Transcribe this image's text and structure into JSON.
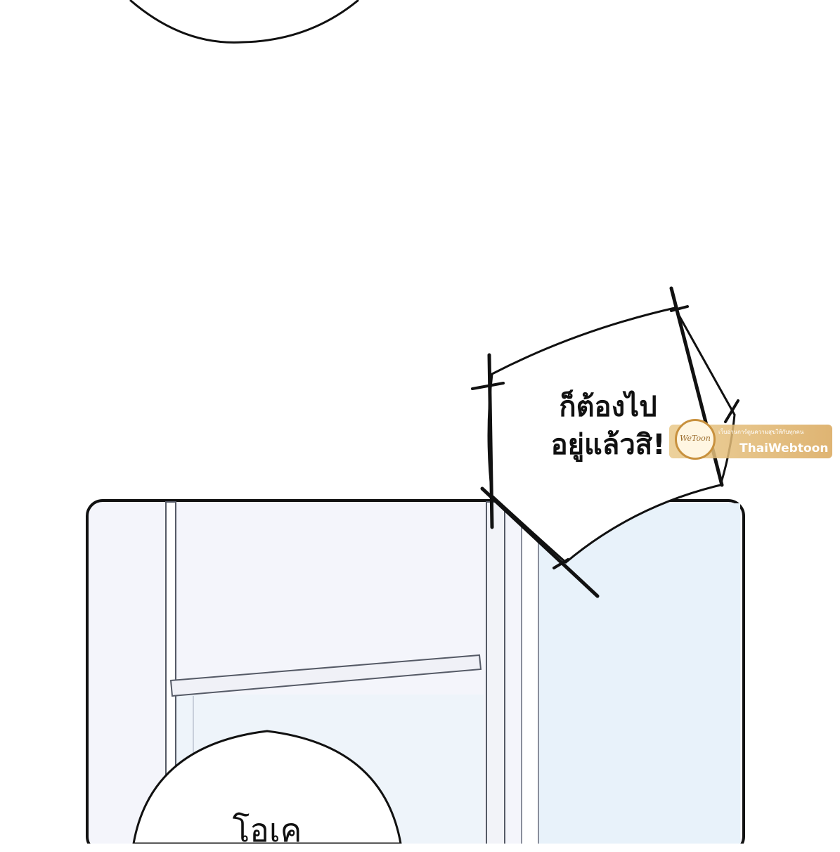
{
  "panels": {
    "shout_bubble": {
      "text": "ก็ต้องไป\nอยู่แล้วสิ!"
    },
    "bottom_bubble": {
      "text": "โอเค"
    }
  },
  "watermark": {
    "logo_text": "WeToon",
    "tagline": "เว็บอ่านการ์ตูนความสุขให้กับทุกคน",
    "brand": "ThaiWebtoon",
    "accent_color": "#d9a75a"
  },
  "colors": {
    "background": "#ffffff",
    "ink": "#111111",
    "panel_fill": "#f4f5fb",
    "window_fill": "#e8f2fa"
  }
}
